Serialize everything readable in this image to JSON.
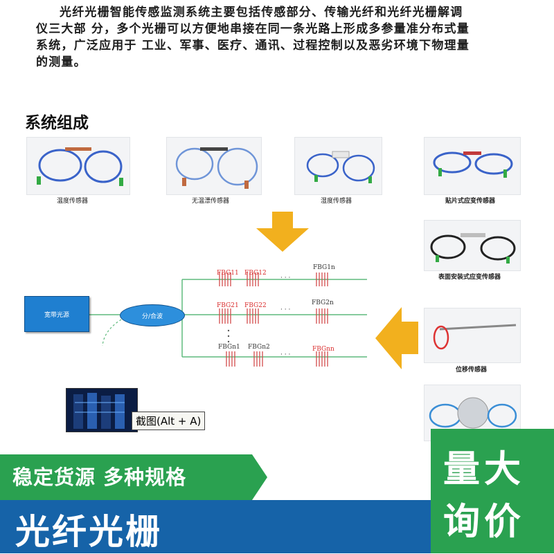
{
  "intro": {
    "text": "光纤光栅智能传感监测系统主要包括传感部分、传输光纤和光纤光栅解调仪三大部 分，多个光栅可以方便地串接在同一条光路上形成多参量准分布式量系统，广泛应用于 工业、军事、医疗、通讯、过程控制以及恶劣环境下物理量的测量。"
  },
  "section_title": "系统组成",
  "sensors": {
    "temp": "温度传感器",
    "athermal": "无温漂传感器",
    "humidity": "湿度传感器",
    "patch_strain": "贴片式应变传感器",
    "surface_strain": "表面安装式应变传感器",
    "displacement": "位移传感器"
  },
  "diagram": {
    "source": "宽带光源",
    "splitter": "分/合波",
    "row1": [
      "FBG11",
      "FBG12",
      "FBG1n"
    ],
    "row2": [
      "FBG21",
      "FBG22",
      "FBG2n"
    ],
    "row3": [
      "FBGn1",
      "FBGn2",
      "FBGnn"
    ],
    "dots": "· · ·"
  },
  "tooltip": "截图(Alt + A)",
  "banner": {
    "slogan": "稳定货源 多种规格",
    "product": "光纤光栅",
    "side_line1": "量大",
    "side_line2": "询价"
  },
  "colors": {
    "banner_green": "#2aa150",
    "banner_blue": "#1663a8",
    "arrow_yellow": "#f2b01e",
    "fiber_green": "#5fba7d",
    "fbg_red": "#d92a2a"
  }
}
